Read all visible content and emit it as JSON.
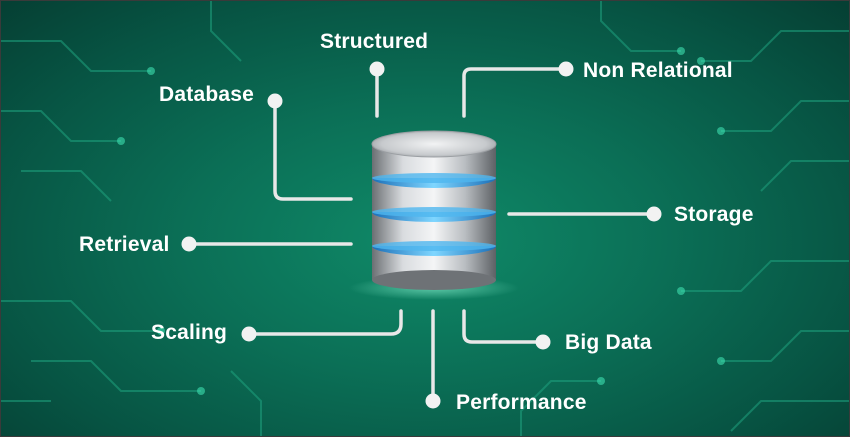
{
  "diagram": {
    "center_icon": "database-server-icon",
    "labels": {
      "structured": "Structured",
      "database": "Database",
      "non_relational": "Non Relational",
      "storage": "Storage",
      "retrieval": "Retrieval",
      "scaling": "Scaling",
      "big_data": "Big Data",
      "performance": "Performance"
    }
  },
  "colors": {
    "background": "#0b6f56",
    "line": "#e6e6e6",
    "accent_glow": "#3fb8ff"
  }
}
